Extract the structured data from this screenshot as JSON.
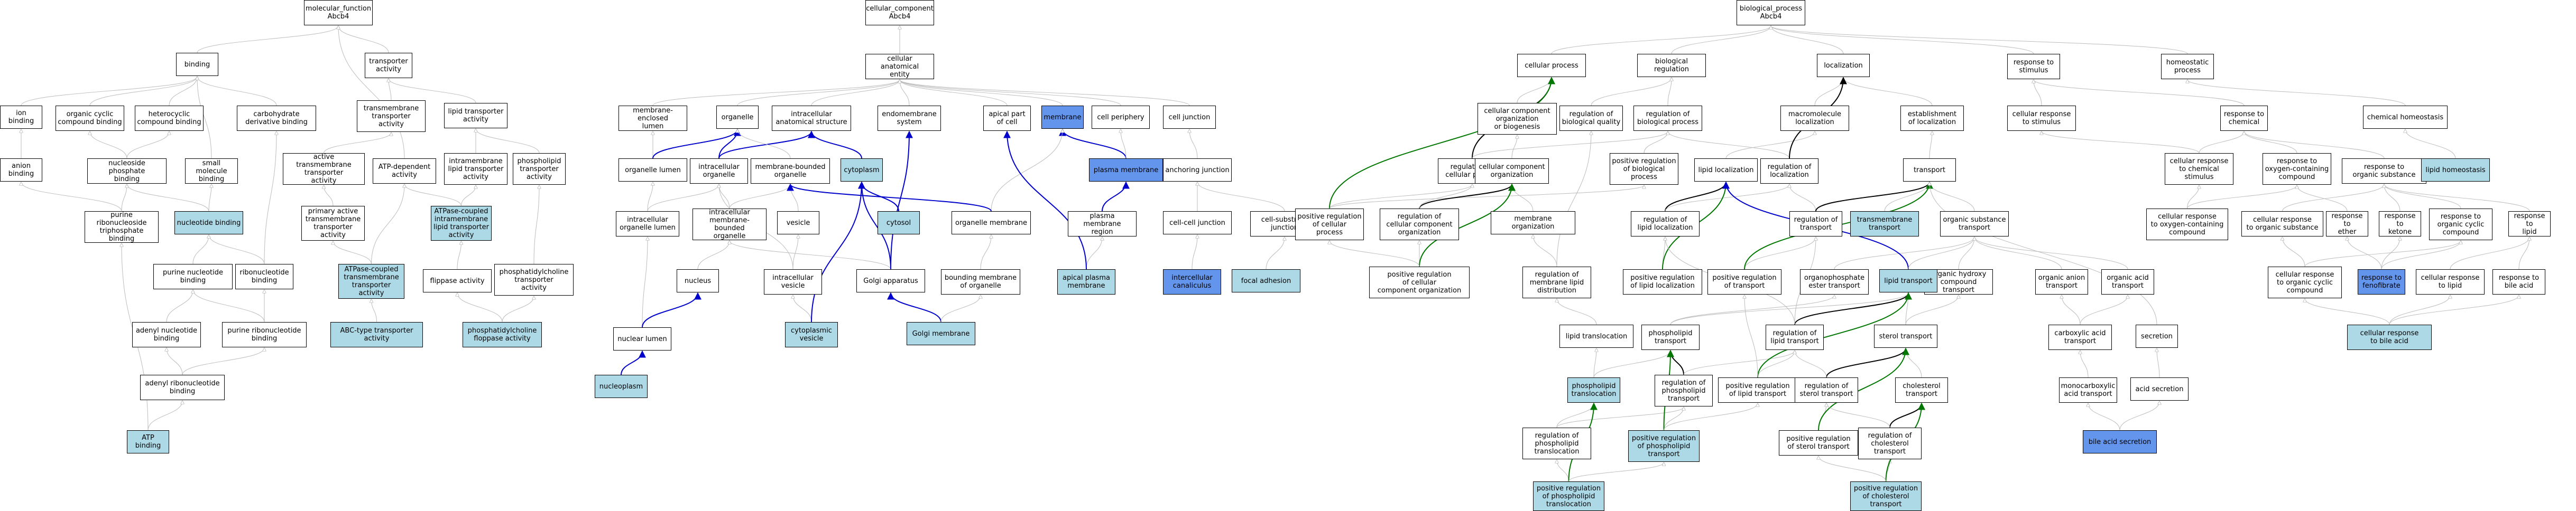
{
  "colors": {
    "light": "#add8e6",
    "dark": "#6495ed",
    "edge_gray": "#bbbbbb",
    "edge_black": "#000000",
    "edge_blue": "#0000cc",
    "edge_green": "#007700"
  },
  "nodes": {
    "mf": "molecular_function\nAbcb4",
    "cc": "cellular_component\nAbcb4",
    "bp": "biological_process\nAbcb4",
    "binding": "binding",
    "transporter_activity": "transporter\nactivity",
    "cae": "cellular anatomical\nentity",
    "cellular_process": "cellular process",
    "biological_regulation": "biological regulation",
    "localization": "localization",
    "response_to_stimulus": "response to\nstimulus",
    "homeostatic_process": "homeostatic\nprocess",
    "ion_binding": "ion binding",
    "organic_cyclic_binding": "organic cyclic\ncompound binding",
    "heterocyclic_binding": "heterocyclic\ncompound binding",
    "carbohydrate_derivative_binding": "carbohydrate\nderivative binding",
    "transmembrane_transporter_activity": "transmembrane\ntransporter\nactivity",
    "lipid_transporter_activity": "lipid transporter\nactivity",
    "membrane_enclosed_lumen": "membrane-enclosed\nlumen",
    "organelle": "organelle",
    "intracellular_anatomical_structure": "intracellular\nanatomical structure",
    "endomembrane_system": "endomembrane\nsystem",
    "apical_part_of_cell": "apical part\nof cell",
    "membrane": "membrane",
    "cell_periphery": "cell periphery",
    "cell_junction": "cell junction",
    "cellular_component_org_biogenesis": "cellular component\norganization\nor biogenesis",
    "regulation_of_biological_quality": "regulation of\nbiological quality",
    "regulation_of_biological_process": "regulation of\nbiological process",
    "macromolecule_localization": "macromolecule\nlocalization",
    "establishment_of_localization": "establishment\nof localization",
    "cellular_response_to_stimulus": "cellular response\nto stimulus",
    "response_to_chemical": "response to\nchemical",
    "chemical_homeostasis": "chemical homeostasis",
    "anion_binding": "anion binding",
    "nucleoside_phosphate_binding": "nucleoside phosphate\nbinding",
    "small_molecule_binding": "small molecule\nbinding",
    "active_transmembrane_transporter_activity": "active transmembrane\ntransporter\nactivity",
    "atp_dependent_activity": "ATP-dependent\nactivity",
    "intramembrane_lipid_transporter_activity": "intramembrane\nlipid transporter\nactivity",
    "phospholipid_transporter_activity": "phospholipid\ntransporter\nactivity",
    "organelle_lumen": "organelle lumen",
    "intracellular_organelle": "intracellular\norganelle",
    "membrane_bounded_organelle": "membrane-bounded\norganelle",
    "cytoplasm": "cytoplasm",
    "plasma_membrane": "plasma membrane",
    "anchoring_junction": "anchoring junction",
    "regulation_of_cellular_process": "regulation of\ncellular process",
    "cellular_component_organization": "cellular component\norganization",
    "positive_regulation_of_biological_process": "positive regulation\nof biological\nprocess",
    "lipid_localization": "lipid localization",
    "regulation_of_localization": "regulation of\nlocalization",
    "transport": "transport",
    "cellular_response_to_chemical_stimulus": "cellular response\nto chemical\nstimulus",
    "response_to_oxygen_containing_compound": "response to\noxygen-containing\ncompound",
    "response_to_organic_substance": "response to\norganic substance",
    "lipid_homeostasis": "lipid homeostasis",
    "purine_ribonucleoside_triphosphate_binding": "purine ribonucleoside\ntriphosphate\nbinding",
    "nucleotide_binding": "nucleotide binding",
    "primary_active_transmembrane_transporter_activity": "primary active\ntransmembrane\ntransporter\nactivity",
    "atpase_coupled_intramembrane_lipid_transporter_activity": "ATPase-coupled\nintramembrane\nlipid transporter\nactivity",
    "intracellular_organelle_lumen": "intracellular\norganelle lumen",
    "intracellular_membrane_bounded_organelle": "intracellular\nmembrane-bounded\norganelle",
    "vesicle": "vesicle",
    "cytosol": "cytosol",
    "organelle_membrane": "organelle membrane",
    "plasma_membrane_region": "plasma membrane\nregion",
    "cell_cell_junction": "cell-cell junction",
    "cell_substrate_junction": "cell-substrate\njunction",
    "positive_regulation_of_cellular_process": "positive regulation\nof cellular\nprocess",
    "regulation_of_cellular_component_organization": "regulation of\ncellular component\norganization",
    "membrane_organization": "membrane organization",
    "regulation_of_lipid_localization": "regulation of\nlipid localization",
    "regulation_of_transport": "regulation of\ntransport",
    "transmembrane_transport": "transmembrane\ntransport",
    "organic_substance_transport": "organic substance\ntransport",
    "cellular_response_to_oxygen_containing_compound": "cellular response\nto oxygen-containing\ncompound",
    "cellular_response_to_organic_substance": "cellular response\nto organic substance",
    "response_to_ether": "response to\nether",
    "response_to_ketone": "response to\nketone",
    "response_to_organic_cyclic_compound": "response to\norganic cyclic\ncompound",
    "response_to_lipid": "response to\nlipid",
    "ribonucleotide_binding": "ribonucleotide\nbinding",
    "purine_nucleotide_binding": "purine nucleotide\nbinding",
    "atpase_coupled_transmembrane_transporter_activity": "ATPase-coupled\ntransmembrane\ntransporter\nactivity",
    "flippase_activity": "flippase activity",
    "phosphatidylcholine_transporter_activity": "phosphatidylcholine\ntransporter\nactivity",
    "nucleus": "nucleus",
    "intracellular_vesicle": "intracellular\nvesicle",
    "golgi_apparatus": "Golgi apparatus",
    "bounding_membrane_of_organelle": "bounding membrane\nof organelle",
    "apical_plasma_membrane": "apical plasma\nmembrane",
    "intercellular_canaliculus": "intercellular\ncanaliculus",
    "focal_adhesion": "focal adhesion",
    "positive_regulation_of_cellular_component_organization": "positive regulation\nof cellular\ncomponent organization",
    "regulation_of_membrane_lipid_distribution": "regulation of\nmembrane lipid\ndistribution",
    "positive_regulation_of_lipid_localization": "positive regulation\nof lipid localization",
    "positive_regulation_of_transport": "positive regulation\nof transport",
    "organophosphate_ester_transport": "organophosphate\nester transport",
    "organic_hydroxy_compound_transport": "organic hydroxy\ncompound transport",
    "organic_anion_transport": "organic anion\ntransport",
    "organic_acid_transport": "organic acid\ntransport",
    "lipid_transport": "lipid transport",
    "cellular_response_to_organic_cyclic_compound": "cellular response\nto organic cyclic\ncompound",
    "response_to_fenofibrate": "response to\nfenofibrate",
    "cellular_response_to_lipid": "cellular response\nto lipid",
    "response_to_bile_acid": "response to\nbile acid",
    "adenyl_nucleotide_binding": "adenyl nucleotide\nbinding",
    "purine_ribonucleotide_binding": "purine ribonucleotide\nbinding",
    "abc_type_transporter_activity": "ABC-type transporter\nactivity",
    "phosphatidylcholine_floppase_activity": "phosphatidylcholine\nfloppase activity",
    "cytoplasmic_vesicle": "cytoplasmic\nvesicle",
    "golgi_membrane": "Golgi membrane",
    "lipid_translocation": "lipid translocation",
    "phospholipid_transport": "phospholipid\ntransport",
    "regulation_of_lipid_transport": "regulation of\nlipid transport",
    "sterol_transport": "sterol transport",
    "carboxylic_acid_transport": "carboxylic acid\ntransport",
    "secretion": "secretion",
    "cellular_response_to_bile_acid": "cellular response\nto bile acid",
    "adenyl_ribonucleotide_binding": "adenyl ribonucleotide\nbinding",
    "nuclear_lumen": "nuclear lumen",
    "phospholipid_translocation": "phospholipid\ntranslocation",
    "regulation_of_phospholipid_transport": "regulation of\nphospholipid\ntransport",
    "positive_regulation_of_lipid_transport": "positive regulation\nof lipid transport",
    "regulation_of_sterol_transport": "regulation of\nsterol transport",
    "cholesterol_transport": "cholesterol\ntransport",
    "monocarboxylic_acid_transport": "monocarboxylic\nacid transport",
    "acid_secretion": "acid secretion",
    "atp_binding": "ATP binding",
    "nucleoplasm": "nucleoplasm",
    "regulation_of_phospholipid_translocation": "regulation of\nphospholipid\ntranslocation",
    "positive_regulation_of_phospholipid_transport": "positive regulation\nof phospholipid\ntransport",
    "positive_regulation_of_sterol_transport": "positive regulation\nof sterol transport",
    "regulation_of_cholesterol_transport": "regulation of\ncholesterol\ntransport",
    "bile_acid_secretion": "bile acid secretion",
    "positive_regulation_of_phospholipid_translocation": "positive regulation\nof phospholipid\ntranslocation",
    "positive_regulation_of_cholesterol_transport": "positive regulation\nof cholesterol\ntransport"
  }
}
